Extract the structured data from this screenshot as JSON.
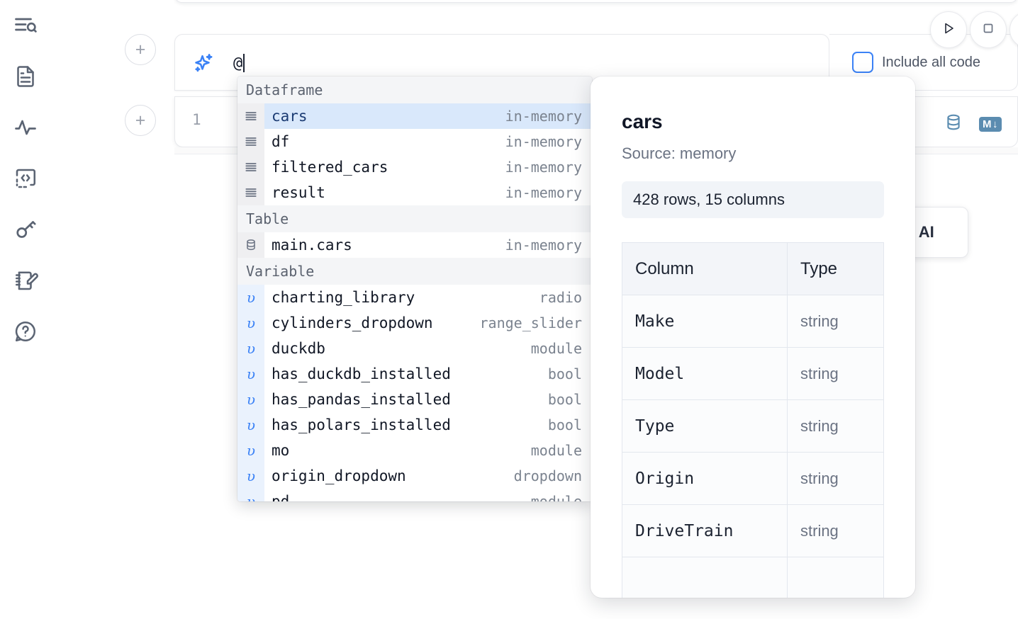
{
  "sidebar": {
    "items": [
      {
        "name": "explore-search",
        "icon": "lines-search-icon"
      },
      {
        "name": "notebook-file",
        "icon": "document-icon"
      },
      {
        "name": "activity",
        "icon": "activity-pulse-icon"
      },
      {
        "name": "snippets",
        "icon": "code-brackets-icon"
      },
      {
        "name": "secrets",
        "icon": "key-icon"
      },
      {
        "name": "scratchpad",
        "icon": "notepad-pencil-icon"
      },
      {
        "name": "help",
        "icon": "question-chat-icon"
      }
    ]
  },
  "cell": {
    "add_button_label": "+",
    "ai_icon": "sparkle-ai-icon",
    "prompt_value": "@",
    "line_number": "1",
    "include_all_code_label": "Include all code",
    "include_all_code_checked": false,
    "run_icon": "play-icon",
    "stop_icon": "square-stop-icon",
    "more_icon": "more-circle-icon",
    "database_icon": "database-icon",
    "markdown_badge": "M",
    "markdown_badge_arrow": "↓"
  },
  "ai_chip": {
    "label": "h AI"
  },
  "autocomplete": {
    "sections": [
      {
        "title": "Dataframe",
        "icon": "dataframe-rows-icon",
        "icon_class": "df",
        "items": [
          {
            "name": "cars",
            "kind": "in-memory",
            "selected": true
          },
          {
            "name": "df",
            "kind": "in-memory",
            "selected": false
          },
          {
            "name": "filtered_cars",
            "kind": "in-memory",
            "selected": false
          },
          {
            "name": "result",
            "kind": "in-memory",
            "selected": false
          }
        ]
      },
      {
        "title": "Table",
        "icon": "database-icon",
        "icon_class": "tbl",
        "items": [
          {
            "name": "main.cars",
            "kind": "in-memory",
            "selected": false
          }
        ]
      },
      {
        "title": "Variable",
        "icon": "variable-upsilon-icon",
        "icon_class": "var",
        "items": [
          {
            "name": "charting_library",
            "kind": "radio",
            "selected": false
          },
          {
            "name": "cylinders_dropdown",
            "kind": "range_slider",
            "selected": false
          },
          {
            "name": "duckdb",
            "kind": "module",
            "selected": false
          },
          {
            "name": "has_duckdb_installed",
            "kind": "bool",
            "selected": false
          },
          {
            "name": "has_pandas_installed",
            "kind": "bool",
            "selected": false
          },
          {
            "name": "has_polars_installed",
            "kind": "bool",
            "selected": false
          },
          {
            "name": "mo",
            "kind": "module",
            "selected": false
          },
          {
            "name": "origin_dropdown",
            "kind": "dropdown",
            "selected": false
          },
          {
            "name": "pd",
            "kind": "module",
            "selected": false
          }
        ]
      }
    ]
  },
  "doc": {
    "title": "cars",
    "source": "Source: memory",
    "shape": "428 rows, 15 columns",
    "columns_header": "Column",
    "type_header": "Type",
    "rows": [
      {
        "column": "Make",
        "type": "string"
      },
      {
        "column": "Model",
        "type": "string"
      },
      {
        "column": "Type",
        "type": "string"
      },
      {
        "column": "Origin",
        "type": "string"
      },
      {
        "column": "DriveTrain",
        "type": "string"
      },
      {
        "column": "",
        "type": ""
      }
    ]
  },
  "colors": {
    "accent_blue": "#3b82f6",
    "selected_row": "#d9e8fb",
    "section_header_bg": "#f4f5f7",
    "icon_gray": "#5b6473",
    "db_icon": "#5b8cb0"
  }
}
